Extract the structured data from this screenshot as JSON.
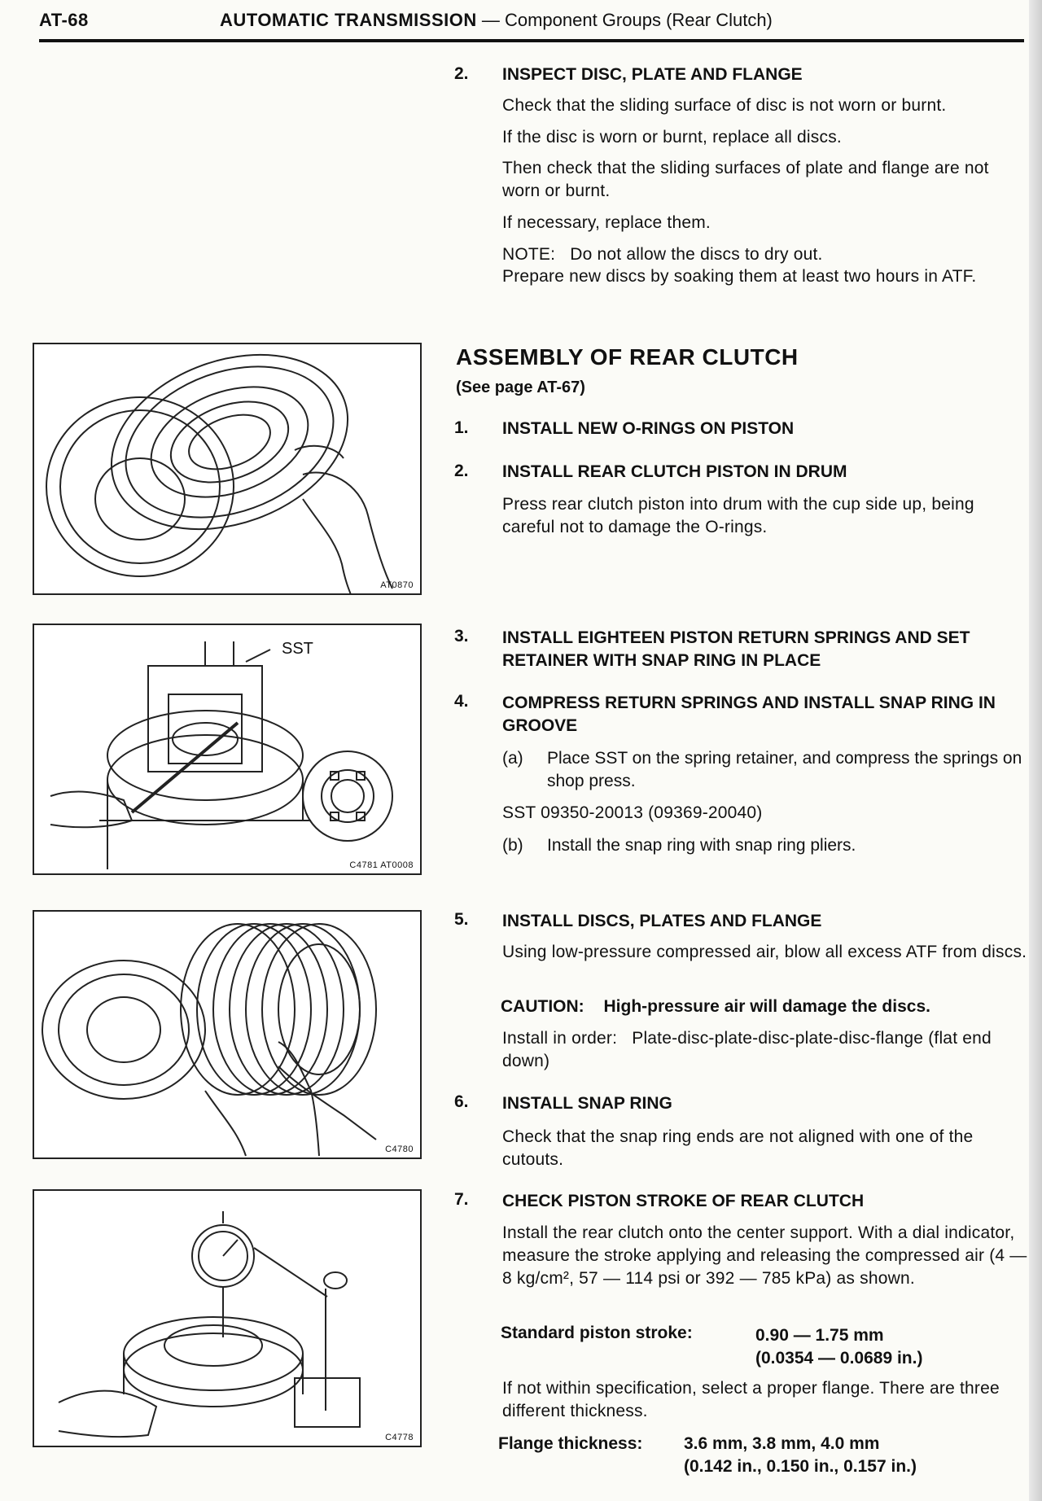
{
  "header": {
    "page_number": "AT-68",
    "title_bold": "AUTOMATIC TRANSMISSION",
    "title_rest": " — Component Groups (Rear Clutch)"
  },
  "inspect": {
    "number": "2.",
    "title": "INSPECT DISC, PLATE AND FLANGE",
    "p1": "Check that the sliding surface of disc is not worn or burnt.",
    "p2": "If the disc is worn or burnt, replace all discs.",
    "p3": "Then check that the sliding surfaces of plate and flange are not worn or burnt.",
    "p4": "If necessary, replace them.",
    "note": "NOTE:   Do not allow the discs to dry out.",
    "note2": "Prepare new discs by soaking them at least two hours in ATF."
  },
  "assembly": {
    "title": "ASSEMBLY OF REAR CLUTCH",
    "ref": "(See page AT-67)"
  },
  "steps": [
    {
      "number": "1.",
      "title": "INSTALL NEW O-RINGS ON PISTON"
    },
    {
      "number": "2.",
      "title": "INSTALL REAR CLUTCH PISTON IN DRUM",
      "text": "Press rear clutch piston into drum with the cup side up, being careful not to damage the O-rings."
    },
    {
      "number": "3.",
      "title": "INSTALL EIGHTEEN PISTON RETURN SPRINGS AND SET RETAINER WITH SNAP RING IN PLACE"
    },
    {
      "number": "4.",
      "title": "COMPRESS RETURN SPRINGS AND INSTALL SNAP RING IN GROOVE",
      "a_label": "(a)",
      "a_text": "Place SST on the spring retainer, and compress the springs on shop press.",
      "sst": "SST 09350-20013 (09369-20040)",
      "b_label": "(b)",
      "b_text": "Install the snap ring with snap ring pliers."
    },
    {
      "number": "5.",
      "title": "INSTALL DISCS, PLATES AND FLANGE",
      "text": "Using low-pressure compressed air, blow all excess ATF from discs.",
      "caution_label": "CAUTION:",
      "caution_text": "High-pressure air will damage the discs.",
      "order": "Install in order:   Plate-disc-plate-disc-plate-disc-flange (flat end down)"
    },
    {
      "number": "6.",
      "title": "INSTALL SNAP RING",
      "text": "Check that the snap ring ends are not aligned with one of the cutouts."
    },
    {
      "number": "7.",
      "title": "CHECK PISTON STROKE OF REAR CLUTCH",
      "text": "Install the rear clutch onto the center support. With a dial indicator, measure the stroke applying and releasing the compressed air (4 — 8 kg/cm², 57 — 114 psi or 392 — 785 kPa) as shown.",
      "stroke_label": "Standard piston stroke:",
      "stroke_value": "0.90 — 1.75 mm",
      "stroke_value_in": "(0.0354 — 0.0689 in.)",
      "text2": "If not within specification, select a proper flange. There are three different thickness.",
      "flange_label": "Flange thickness:",
      "flange_value": "3.6 mm, 3.8 mm, 4.0 mm",
      "flange_value_in": "(0.142 in., 0.150 in., 0.157 in.)"
    }
  ],
  "figures": [
    {
      "code": "AT0870"
    },
    {
      "code": "C4781 AT0008",
      "label": "SST"
    },
    {
      "code": "C4780"
    },
    {
      "code": "C4778"
    }
  ]
}
